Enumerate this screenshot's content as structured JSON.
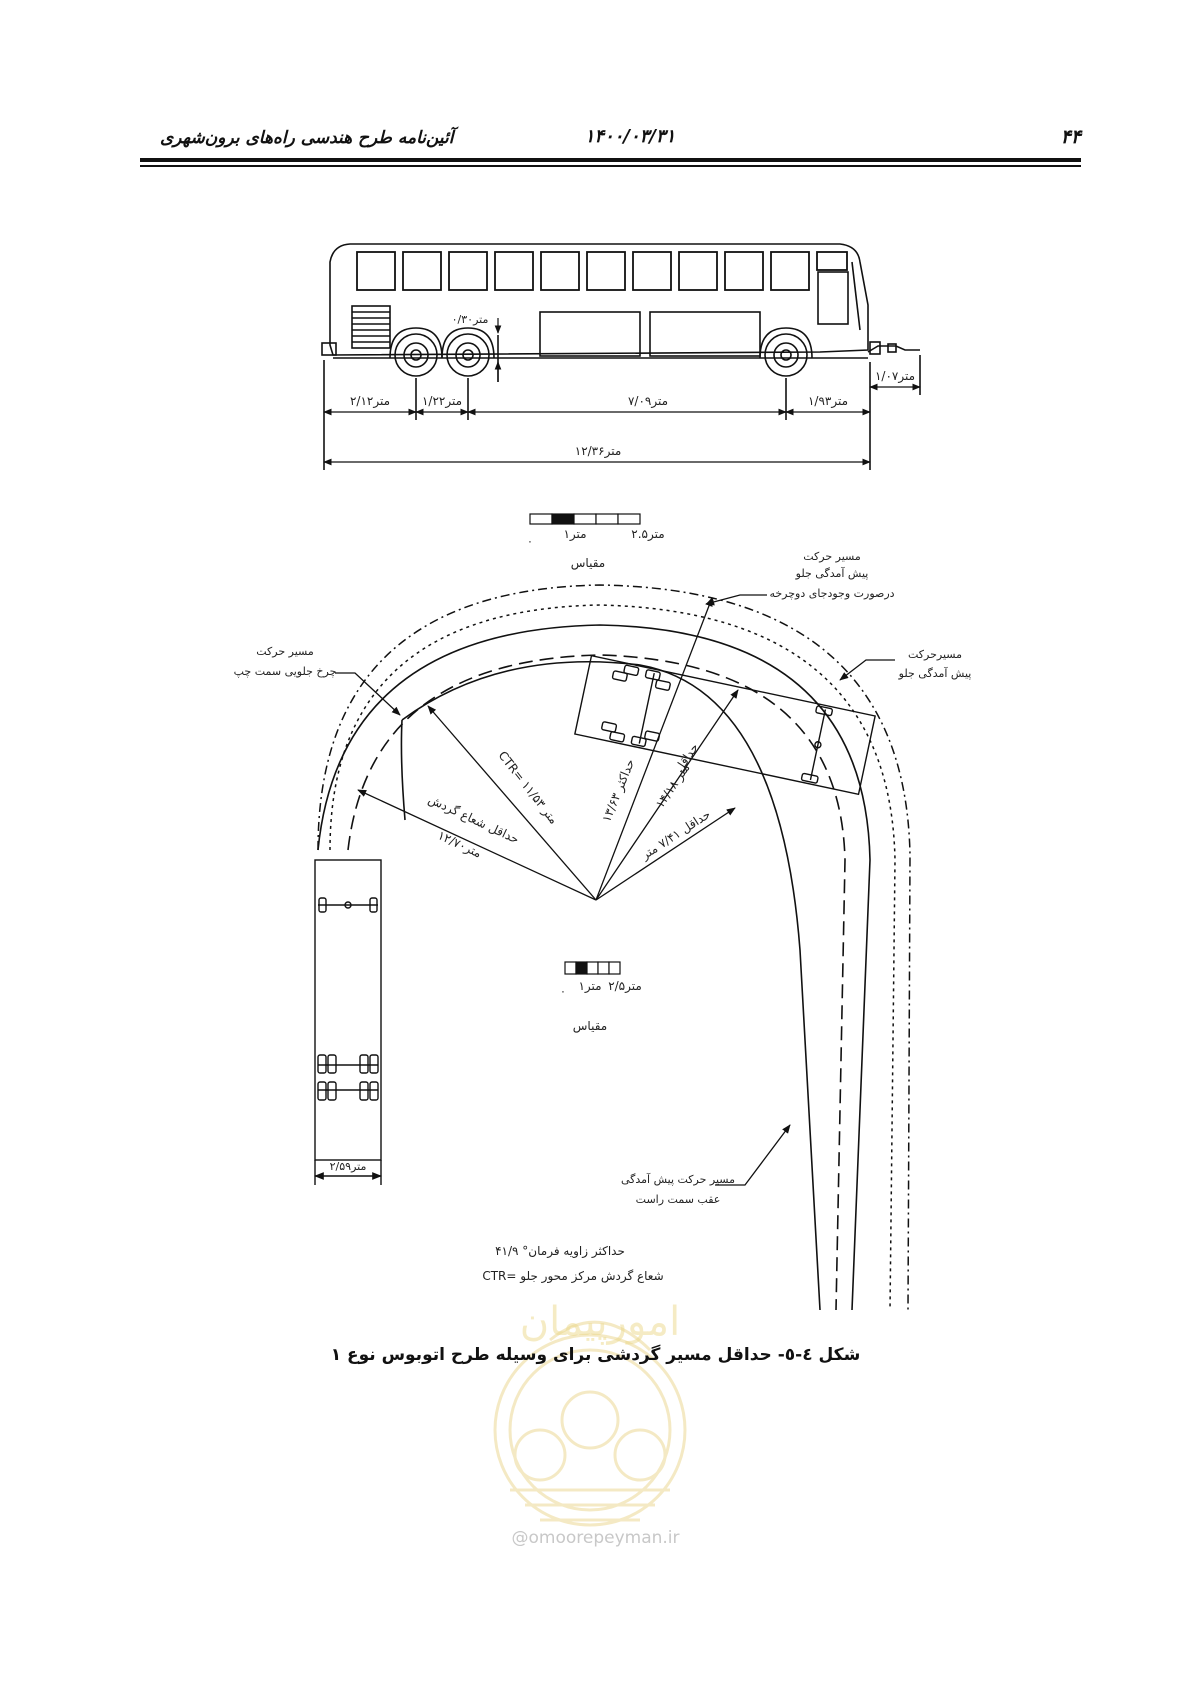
{
  "header": {
    "page_number": "۴۴",
    "date": "۱۴۰۰/۰۳/۳۱",
    "title": "آئین‌نامه طرح هندسی راه‌های برون‌شهری"
  },
  "bus_elevation": {
    "front_overhang": "۱/۰۷متر",
    "wheel_clearance": "۰/۳۰متر",
    "dim_rear_overhang": "۲/۱۲متر",
    "dim_axle_spacing": "۱/۲۲متر",
    "dim_wheelbase": "۷/۰۹متر",
    "dim_front_section": "۱/۹۳متر",
    "dim_total_length": "۱۲/۳۶متر"
  },
  "scale_top": {
    "label_left": "۰",
    "label_mid": "۱متر",
    "label_right": "۲.۵متر",
    "title": "مقیاس"
  },
  "scale_mid": {
    "label_left": "۰",
    "label_mid": "۱متر",
    "label_right": "۲/۵متر",
    "title": "مقیاس"
  },
  "turning_plan": {
    "path_front_overhang_bicycle_l1": "مسیر حرکت",
    "path_front_overhang_bicycle_l2": "پیش آمدگی جلو",
    "path_front_overhang_bicycle_l3": "درصورت وجودجای دوچرخه",
    "path_front_overhang_l1": "مسیرحرکت",
    "path_front_overhang_l2": "پیش آمدگی جلو",
    "path_front_left_wheel_l1": "مسیر حرکت",
    "path_front_left_wheel_l2": "چرخ جلویی سمت چپ",
    "path_rear_right_overhang_l1": "مسیر حرکت پیش آمدگی",
    "path_rear_right_overhang_l2": "عقب سمت راست",
    "radius_ctr": "CTR= ۱۱/۵۳ متر",
    "radius_max": "حداکثر ۱۳/۶۳",
    "radius_min_outer_l1": "حداقل",
    "radius_min_outer_l2": "۱۴/۱۸ متر",
    "radius_min_inner": "حداقل ۷/۴۱ متر",
    "radius_min_turn_l1": "حداقل شعاع گردش",
    "radius_min_turn_l2": "۱۲/۷۰متر",
    "bus_width": "۲/۵۹متر",
    "note_steering": "حداکثر زاویه فرمان° ۴۱/۹",
    "note_ctr": "CTR= شعاع گردش مرکز محور جلو"
  },
  "caption": "شکل ٤-٥- حداقل مسیر گردشی برای وسیله طرح اتوبوس نوع ۱",
  "watermark": {
    "brand": "امورپیمان",
    "website": "@omoorepeyman.ir"
  }
}
